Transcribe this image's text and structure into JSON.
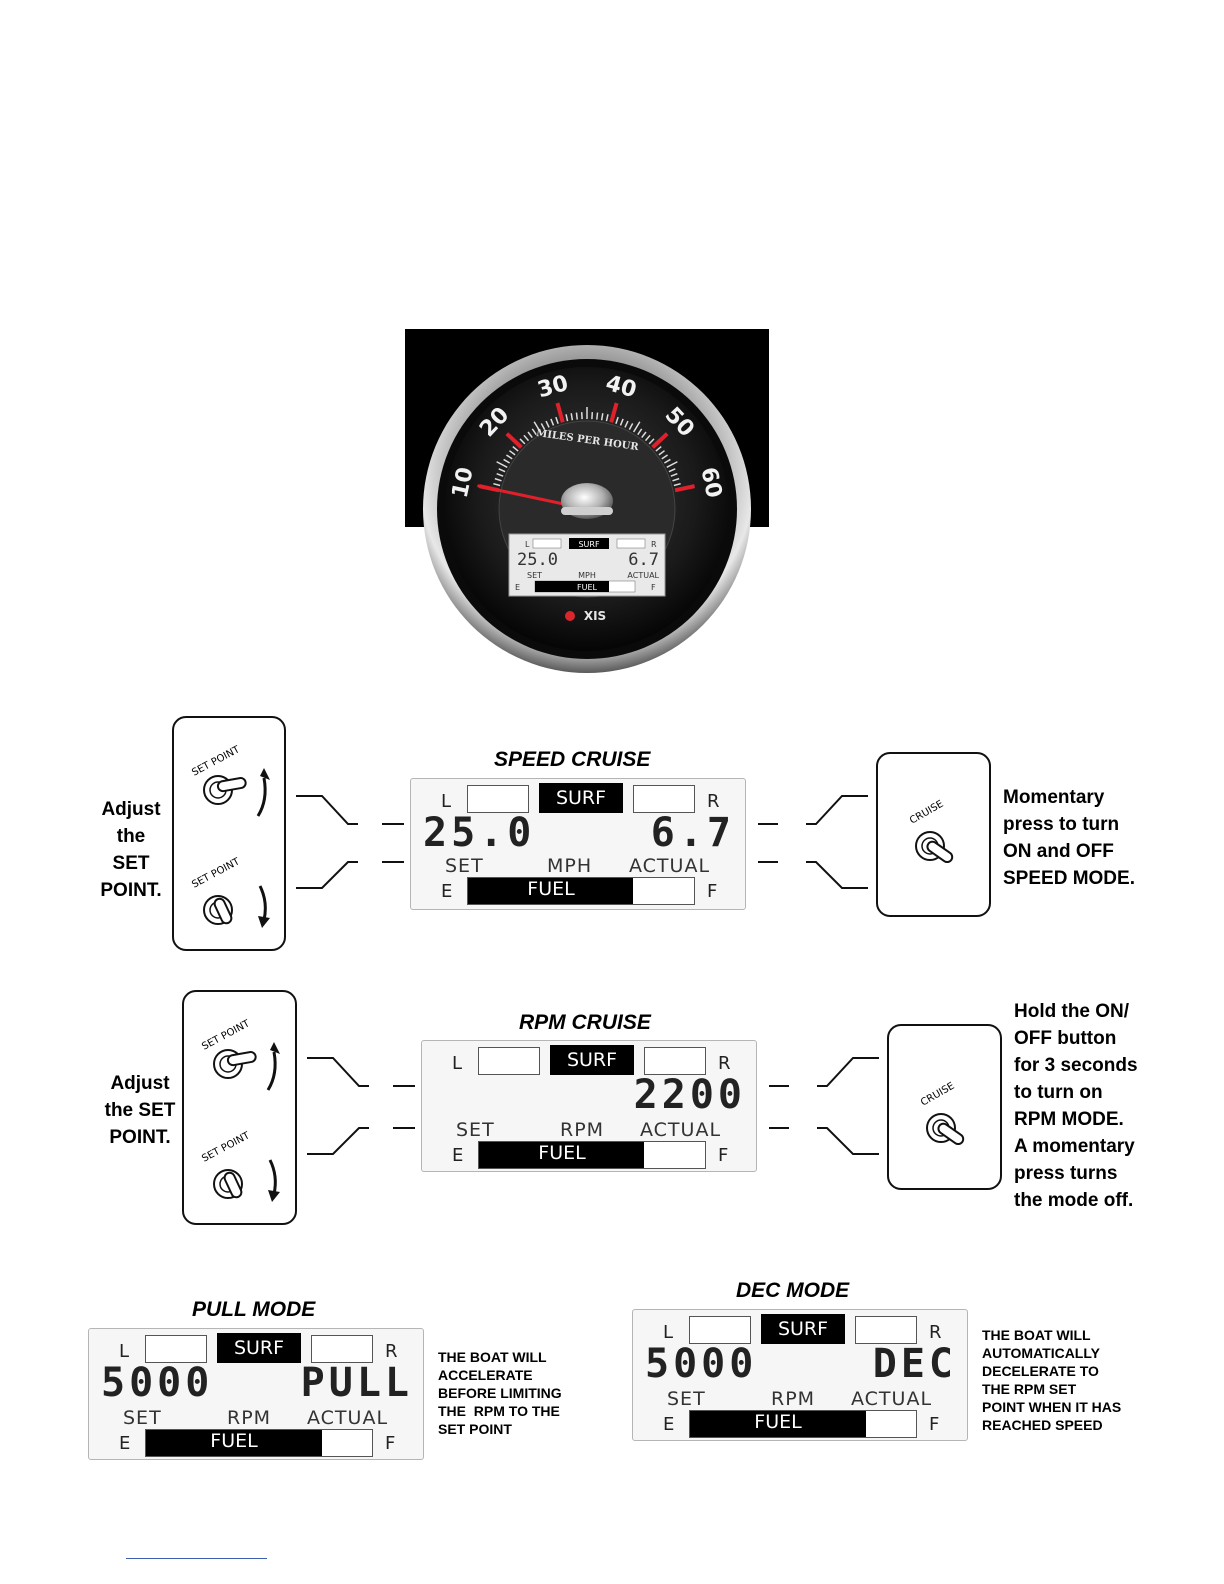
{
  "gauge": {
    "unit_label": "MILES PER HOUR",
    "scale": [
      "10",
      "20",
      "30",
      "40",
      "50",
      "60"
    ],
    "needle_value": 10,
    "brand": "XIS",
    "lcd": {
      "left": "L",
      "right": "R",
      "mode": "SURF",
      "set": "25.0",
      "actual": "6.7",
      "set_label": "SET",
      "unit": "MPH",
      "actual_label": "ACTUAL",
      "empty": "E",
      "full": "F",
      "fuel": "FUEL"
    }
  },
  "speed_cruise": {
    "title": "SPEED CRUISE",
    "left_caption": [
      "Adjust",
      "the SET",
      "POINT."
    ],
    "right_caption": [
      "Momentary",
      "press to turn",
      "ON and OFF",
      "SPEED MODE."
    ],
    "switch_label": "SET POINT",
    "cruise_label": "CRUISE",
    "lcd": {
      "left": "L",
      "right": "R",
      "mode": "SURF",
      "set_value": "25.0",
      "actual_value": "6.7",
      "set_label": "SET",
      "unit": "MPH",
      "actual_label": "ACTUAL",
      "empty": "E",
      "full": "F",
      "fuel": "FUEL",
      "fuel_level": 0.73
    }
  },
  "rpm_cruise": {
    "title": "RPM CRUISE",
    "left_caption": [
      "Adjust",
      "the SET",
      "POINT."
    ],
    "right_caption": [
      "Hold the ON/",
      "OFF button",
      "for 3 seconds",
      "to turn on",
      "RPM MODE.",
      "A momentary",
      "press turns",
      "the mode off."
    ],
    "switch_label": "SET POINT",
    "cruise_label": "CRUISE",
    "lcd": {
      "left": "L",
      "right": "R",
      "mode": "SURF",
      "value": "2200",
      "set_label": "SET",
      "unit": "RPM",
      "actual_label": "ACTUAL",
      "empty": "E",
      "full": "F",
      "fuel": "FUEL",
      "fuel_level": 0.73
    }
  },
  "pull_mode": {
    "title": "PULL MODE",
    "caption": [
      "THE BOAT WILL",
      "ACCELERATE",
      "BEFORE LIMITING",
      "THE  RPM TO THE",
      "SET POINT"
    ],
    "lcd": {
      "left": "L",
      "right": "R",
      "mode": "SURF",
      "set_value": "5000",
      "status": "PULL",
      "set_label": "SET",
      "unit": "RPM",
      "actual_label": "ACTUAL",
      "empty": "E",
      "full": "F",
      "fuel": "FUEL",
      "fuel_level": 0.78
    }
  },
  "dec_mode": {
    "title": "DEC MODE",
    "caption": [
      "THE BOAT WILL",
      "AUTOMATICALLY",
      "DECELERATE TO",
      "THE RPM SET",
      "POINT WHEN IT HAS",
      "REACHED SPEED"
    ],
    "lcd": {
      "left": "L",
      "right": "R",
      "mode": "SURF",
      "set_value": "5000",
      "status": "DEC",
      "set_label": "SET",
      "unit": "RPM",
      "actual_label": "ACTUAL",
      "empty": "E",
      "full": "F",
      "fuel": "FUEL",
      "fuel_level": 0.78
    }
  }
}
